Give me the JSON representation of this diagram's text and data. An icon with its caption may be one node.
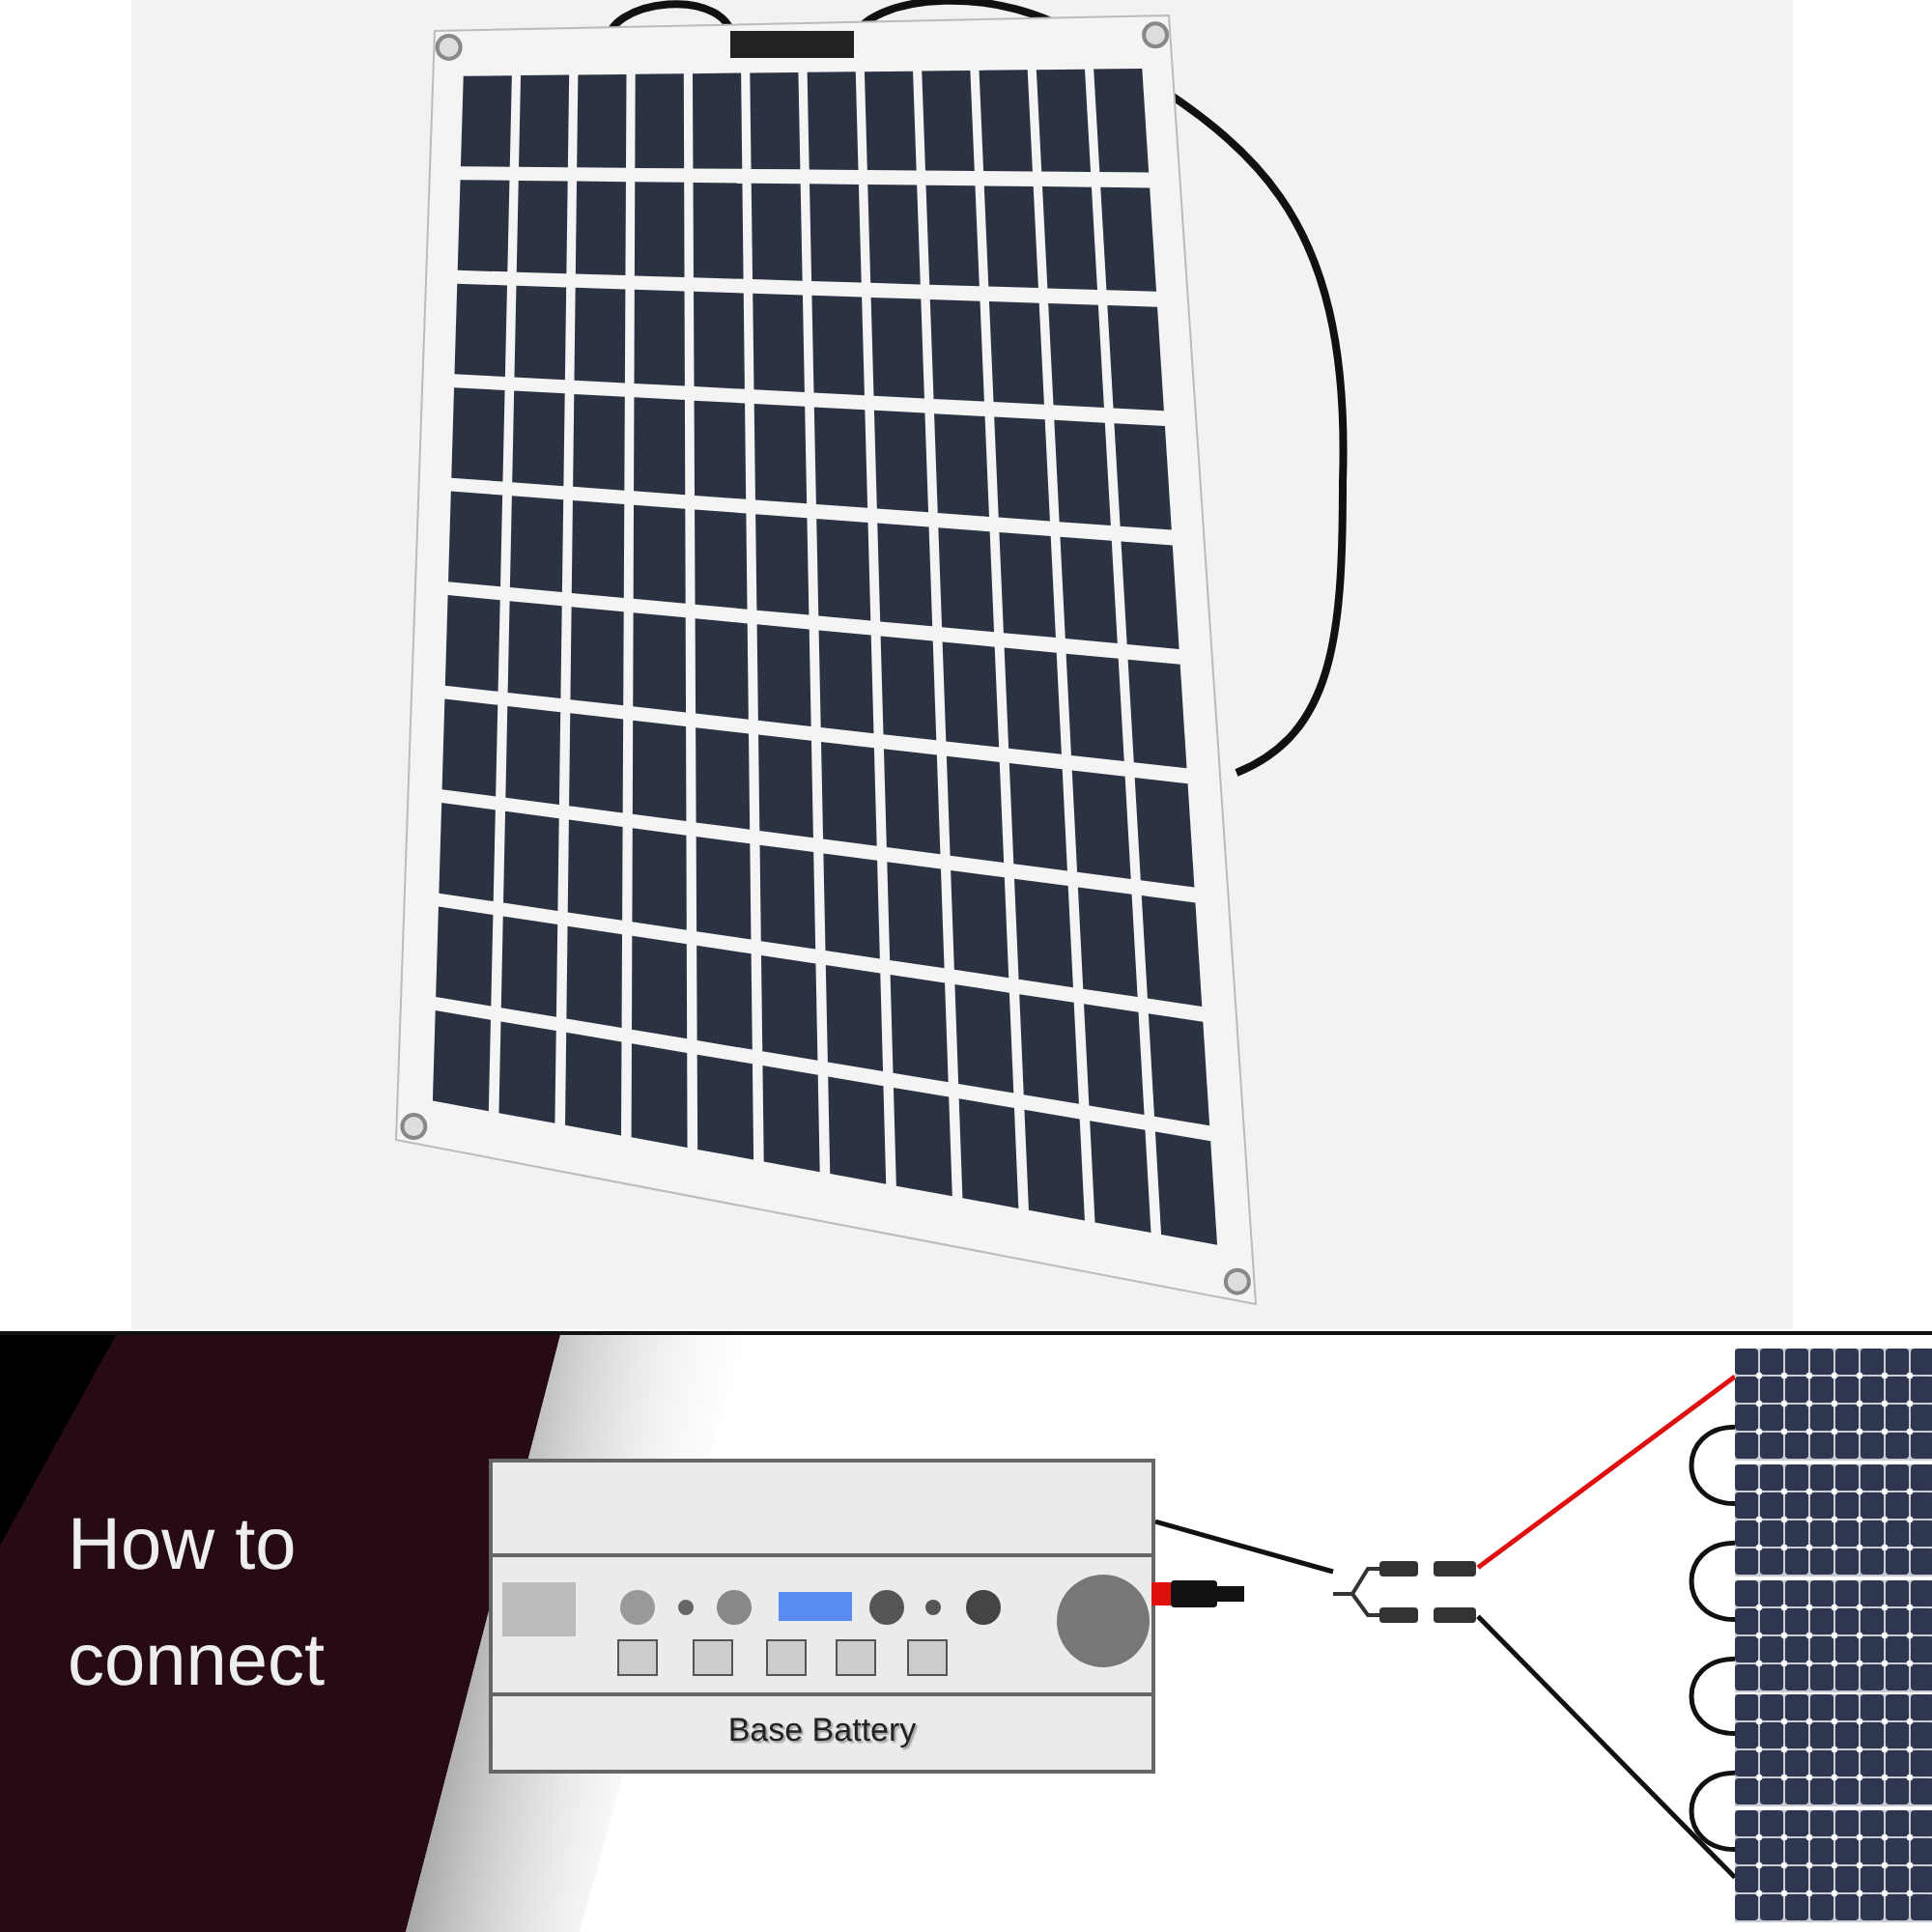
{
  "diagram": {
    "title": "How to connect",
    "nodes": [
      {
        "text": [
          "Base Battery"
        ]
      },
      {
        "text": [],
        "shape": "picture"
      },
      {
        "text": [],
        "shape": "picture"
      },
      {
        "text": [],
        "shape": "picture"
      },
      {
        "text": [],
        "shape": "picture"
      },
      {
        "text": [],
        "shape": "picture"
      },
      {
        "text": [],
        "shape": "picture"
      }
    ],
    "edges": [
      {
        "from": 0,
        "to": 1,
        "arrow": "none"
      },
      {
        "from": 1,
        "to": 2,
        "arrow": "none",
        "color": "#e01010"
      },
      {
        "from": 1,
        "to": 6,
        "arrow": "none"
      },
      {
        "from": 2,
        "to": 3,
        "arrow": "none"
      },
      {
        "from": 3,
        "to": 4,
        "arrow": "none"
      },
      {
        "from": 4,
        "to": 5,
        "arrow": "none"
      },
      {
        "from": 5,
        "to": 6,
        "arrow": "none"
      }
    ]
  }
}
